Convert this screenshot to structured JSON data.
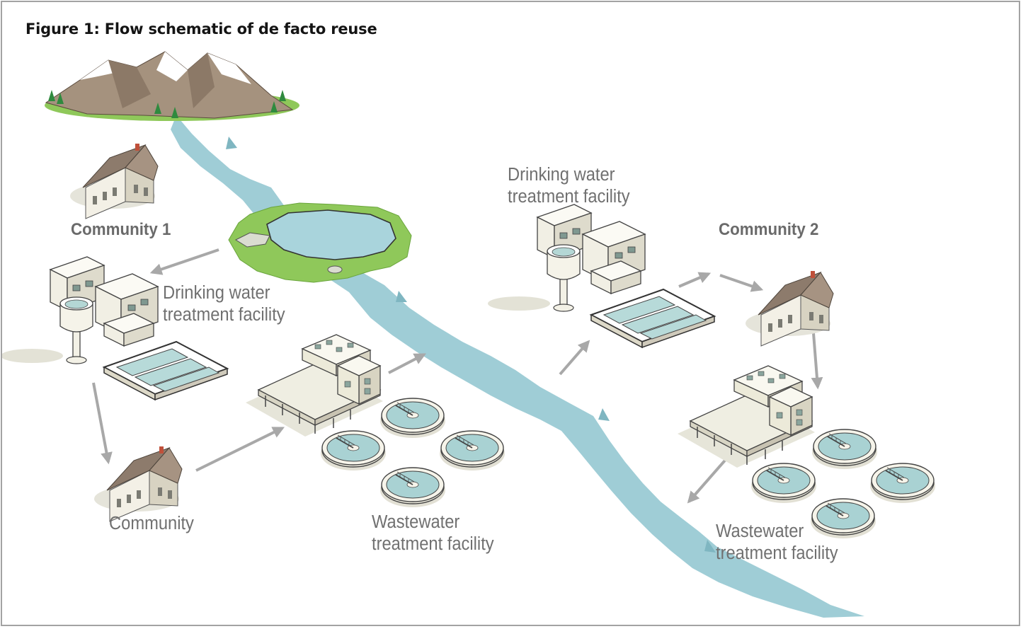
{
  "figure": {
    "title": "Figure 1: Flow schematic of de facto reuse"
  },
  "labels": {
    "community_1": "Community 1",
    "community_2": "Community 2",
    "community": "Community",
    "dw_left": {
      "line1": "Drinking water",
      "line2": "treatment facility"
    },
    "dw_right": {
      "line1": "Drinking water",
      "line2": "treatment facility"
    },
    "ww_center": {
      "line1": "Wastewater",
      "line2": "treatment facility"
    },
    "ww_right": {
      "line1": "Wastewater",
      "line2": "treatment facility"
    }
  },
  "colors": {
    "river": "#9fcdd6",
    "grass": "#8fc85a",
    "lake": "#a9d4dc",
    "arrow": "#a8a8a8",
    "building": "#f1efe4",
    "roof": "#8d7b6c",
    "label": "#707070",
    "frame": "#a3a3a3"
  }
}
